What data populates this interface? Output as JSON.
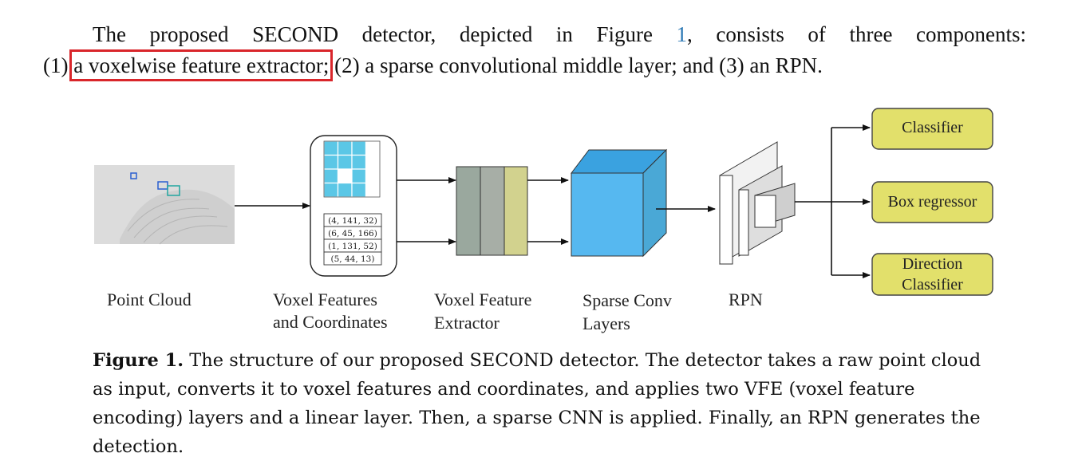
{
  "intro": {
    "line1_pre": "The proposed SECOND detector, depicted in Figure ",
    "figure_ref": "1",
    "line1_post": ", consists of three components:",
    "line2_pre": "(1) ",
    "highlighted": "a voxelwise feature extractor;",
    "line2_post": " (2) a sparse convolutional middle layer; and (3) an RPN."
  },
  "highlight_color": "#d9262b",
  "figure": {
    "voxel_coords": [
      "(4, 141, 32)",
      "(6, 45, 166)",
      "(1, 131, 52)",
      "(5, 44, 13)"
    ],
    "outputs": {
      "classifier": "Classifier",
      "box_regressor": "Box regressor",
      "direction_line1": "Direction",
      "direction_line2": "Classifier"
    },
    "labels": {
      "point_cloud": "Point Cloud",
      "voxel_features_l1": "Voxel Features",
      "voxel_features_l2": "and Coordinates",
      "vfe_l1": "Voxel Feature",
      "vfe_l2": "Extractor",
      "sparse_l1": "Sparse Conv",
      "sparse_l2": "Layers",
      "rpn": "RPN"
    },
    "colors": {
      "voxel_cell": "#5bc7e6",
      "vfe_gray1": "#9aa89e",
      "vfe_gray2": "#a7aea6",
      "vfe_yellow": "#d2d28e",
      "cube_front": "#56b8f0",
      "cube_top": "#3aa2e0",
      "cube_side": "#4aa8d6",
      "output_box": "#e2e06b"
    }
  },
  "caption": {
    "label": "Figure 1.",
    "text": " The structure of our proposed SECOND detector. The detector takes a raw point cloud as input, converts it to voxel features and coordinates, and applies two VFE (voxel feature encoding) layers and a linear layer. Then, a sparse CNN is applied. Finally, an RPN generates the detection."
  }
}
